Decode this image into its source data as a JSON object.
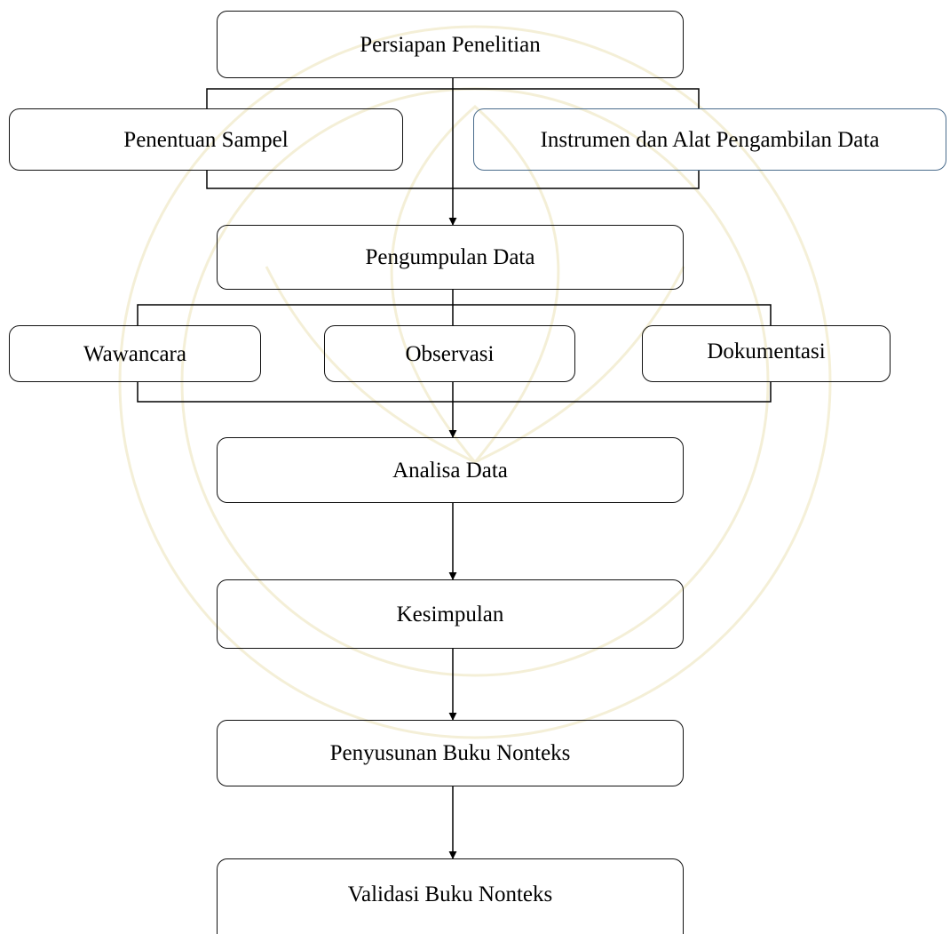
{
  "flow": {
    "persiapan": "Persiapan Penelitian",
    "penentuan_sampel": "Penentuan Sampel",
    "instrumen": "Instrumen dan Alat Pengambilan Data",
    "pengumpulan": "Pengumpulan Data",
    "wawancara": "Wawancara",
    "observasi": "Observasi",
    "dokumentasi": "Dokumentasi",
    "analisa": "Analisa Data",
    "kesimpulan": "Kesimpulan",
    "penyusunan": "Penyusunan Buku Nonteks",
    "validasi": "Validasi Buku Nonteks"
  },
  "colors": {
    "border": "#111111",
    "accent_border": "#4a6c8c",
    "watermark": "#ece3b8"
  }
}
